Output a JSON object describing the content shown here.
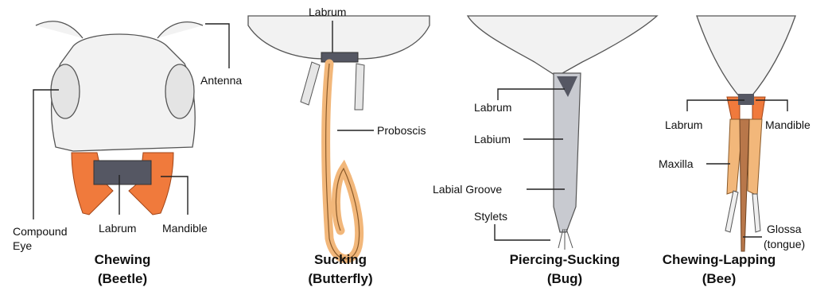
{
  "colors": {
    "orange": "#f07a3c",
    "orange_light": "#f2b77a",
    "labrum_dark": "#555763",
    "bug_gray": "#c8cad0",
    "sketch_fill": "#f2f2f2",
    "line": "#222222"
  },
  "panels": {
    "beetle": {
      "labels": {
        "antenna": "Antenna",
        "compound_eye_1": "Compound",
        "compound_eye_2": "Eye",
        "labrum": "Labrum",
        "mandible": "Mandible"
      },
      "caption_1": "Chewing",
      "caption_2": "(Beetle)"
    },
    "butterfly": {
      "labels": {
        "labrum": "Labrum",
        "proboscis": "Proboscis"
      },
      "caption_1": "Sucking",
      "caption_2": "(Butterfly)"
    },
    "bug": {
      "labels": {
        "labrum": "Labrum",
        "labium": "Labium",
        "labial_groove": "Labial Groove",
        "stylets": "Stylets"
      },
      "caption_1": "Piercing-Sucking",
      "caption_2": "(Bug)"
    },
    "bee": {
      "labels": {
        "labrum": "Labrum",
        "mandible": "Mandible",
        "maxilla": "Maxilla",
        "glossa_1": "Glossa",
        "glossa_2": "(tongue)"
      },
      "caption_1": "Chewing-Lapping",
      "caption_2": "(Bee)"
    }
  }
}
